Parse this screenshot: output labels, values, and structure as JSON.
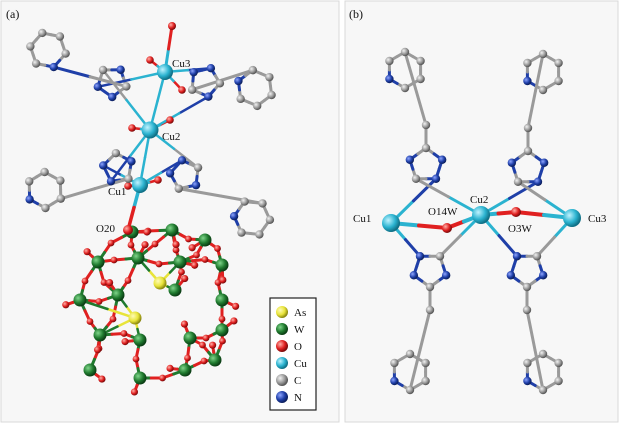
{
  "panels": {
    "a": {
      "label": "(a)"
    },
    "b": {
      "label": "(b)"
    }
  },
  "atom_labels_a": {
    "cu3": "Cu3",
    "cu2": "Cu2",
    "cu1": "Cu1",
    "o20": "O20"
  },
  "atom_labels_b": {
    "cu1": "Cu1",
    "cu2": "Cu2",
    "cu3": "Cu3",
    "o14w": "O14W",
    "o3w": "O3W"
  },
  "legend": {
    "items": [
      {
        "label": "As",
        "color": "#e8e43a"
      },
      {
        "label": "W",
        "color": "#1f7a2e"
      },
      {
        "label": "O",
        "color": "#e02020"
      },
      {
        "label": "Cu",
        "color": "#2bb3d0"
      },
      {
        "label": "C",
        "color": "#9a9a9a"
      },
      {
        "label": "N",
        "color": "#1f3fa8"
      }
    ]
  },
  "colors": {
    "as": "#e8e43a",
    "w": "#1f7a2e",
    "o": "#e02020",
    "cu": "#2bb3d0",
    "c": "#9a9a9a",
    "n": "#1f3fa8"
  }
}
